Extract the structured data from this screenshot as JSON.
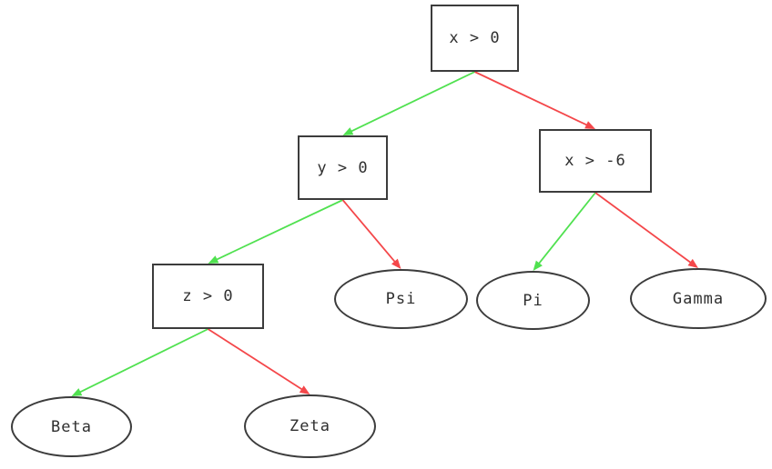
{
  "diagram": {
    "type": "decision-tree",
    "background_color": "#ffffff",
    "node_border_color": "#3c3c3c",
    "node_text_color": "#2f2f2f",
    "palette": {
      "green": "#50e150",
      "red": "#f4474a"
    },
    "nodes": [
      {
        "id": "x0",
        "label": "x > 0",
        "shape": "rect"
      },
      {
        "id": "y0",
        "label": "y > 0",
        "shape": "rect"
      },
      {
        "id": "xm6",
        "label": "x > -6",
        "shape": "rect"
      },
      {
        "id": "z0",
        "label": "z > 0",
        "shape": "rect"
      },
      {
        "id": "psi",
        "label": "Psi",
        "shape": "ellipse"
      },
      {
        "id": "pi",
        "label": "Pi",
        "shape": "ellipse"
      },
      {
        "id": "gamma",
        "label": "Gamma",
        "shape": "ellipse"
      },
      {
        "id": "beta",
        "label": "Beta",
        "shape": "ellipse"
      },
      {
        "id": "zeta",
        "label": "Zeta",
        "shape": "ellipse"
      }
    ],
    "edges": [
      {
        "from": "x0",
        "to": "y0",
        "color": "green"
      },
      {
        "from": "x0",
        "to": "xm6",
        "color": "red"
      },
      {
        "from": "y0",
        "to": "z0",
        "color": "green"
      },
      {
        "from": "y0",
        "to": "psi",
        "color": "red"
      },
      {
        "from": "xm6",
        "to": "pi",
        "color": "green"
      },
      {
        "from": "xm6",
        "to": "gamma",
        "color": "red"
      },
      {
        "from": "z0",
        "to": "beta",
        "color": "green"
      },
      {
        "from": "z0",
        "to": "zeta",
        "color": "red"
      }
    ]
  }
}
